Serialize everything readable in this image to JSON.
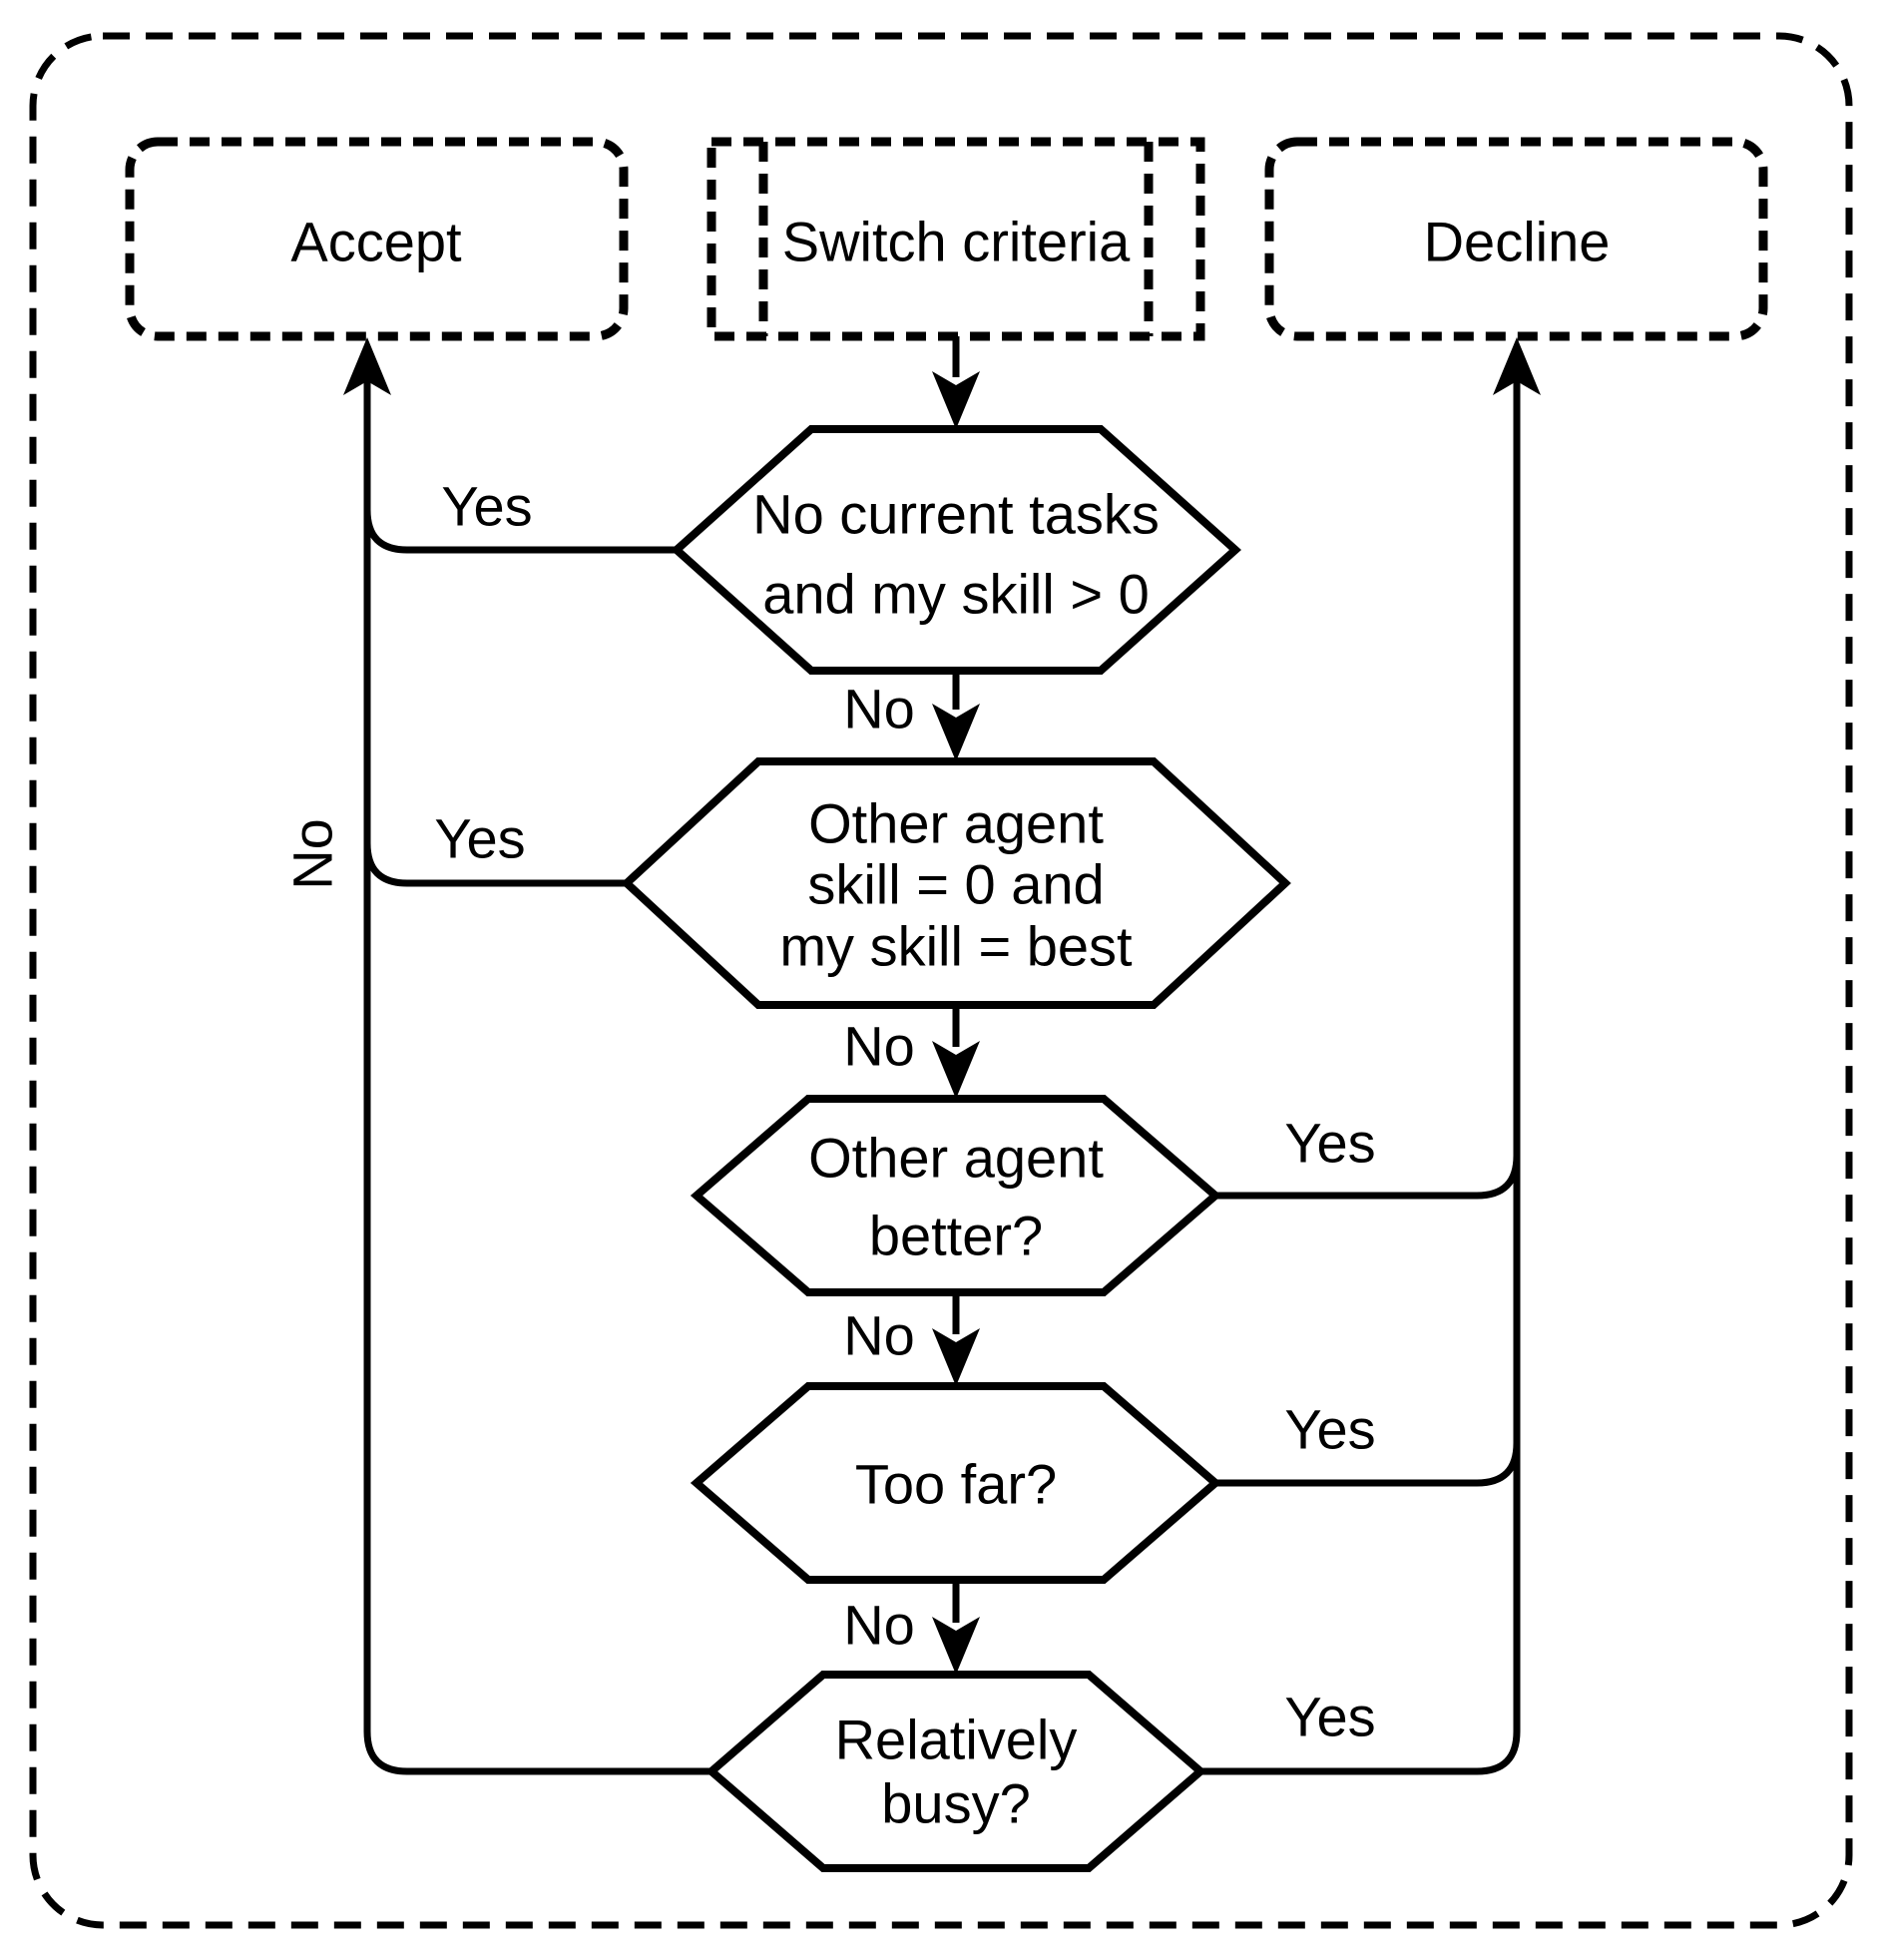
{
  "diagram": {
    "kind": "flowchart",
    "colors": {
      "line": "#000000",
      "background": "#ffffff"
    },
    "terminals": {
      "accept": {
        "label": "Accept"
      },
      "decline": {
        "label": "Decline"
      }
    },
    "process": {
      "switch_criteria": {
        "label": "Switch criteria"
      }
    },
    "decisions": {
      "d1": {
        "line1": "No current tasks",
        "line2": "and my skill > 0"
      },
      "d2": {
        "line1": "Other agent",
        "line2": "skill = 0 and",
        "line3": "my skill = best"
      },
      "d3": {
        "line1": "Other agent",
        "line2": "better?"
      },
      "d4": {
        "line1": "Too far?"
      },
      "d5": {
        "line1": "Relatively",
        "line2": "busy?"
      }
    },
    "edge_labels": {
      "yes1": "Yes",
      "yes2": "Yes",
      "yes3": "Yes",
      "yes4": "Yes",
      "yes5": "Yes",
      "no1": "No",
      "no2": "No",
      "no3": "No",
      "no4": "No",
      "no_left_rail": "No"
    }
  }
}
